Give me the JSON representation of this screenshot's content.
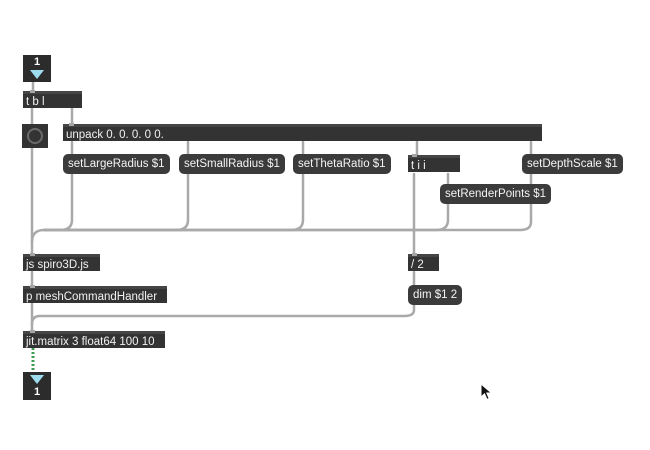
{
  "patch": {
    "inlet": {
      "number": "1"
    },
    "outlet": {
      "number": "1"
    },
    "objects": {
      "trigger_tbl": "t b l",
      "unpack": "unpack 0. 0. 0. 0 0.",
      "trigger_tii": "t i i",
      "js_script": "js spiro3D.js",
      "divide": "/ 2",
      "mesh_handler": "p meshCommandHandler",
      "jit_matrix": "jit.matrix 3 float64 100 10"
    },
    "messages": {
      "set_large_radius": "setLargeRadius $1",
      "set_small_radius": "setSmallRadius $1",
      "set_theta_ratio": "setThetaRatio $1",
      "set_depth_scale": "setDepthScale $1",
      "set_render_points": "setRenderPoints $1",
      "dim": "dim $1 2"
    },
    "colors": {
      "object_bg": "#333333",
      "cord": "#a9a9a9",
      "inlet_arrow": "#9edcf0",
      "matrix_cord": "#3d9b54"
    }
  }
}
